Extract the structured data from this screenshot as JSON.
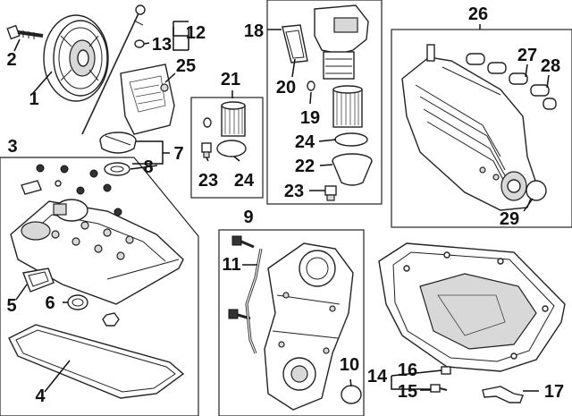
{
  "diagram": {
    "callouts": {
      "c1": "1",
      "c2": "2",
      "c3": "3",
      "c4": "4",
      "c5": "5",
      "c6": "6",
      "c7": "7",
      "c8": "8",
      "c9": "9",
      "c10": "10",
      "c11": "11",
      "c12": "12",
      "c13": "13",
      "c14": "14",
      "c15": "15",
      "c16": "16",
      "c17": "17",
      "c18": "18",
      "c19": "19",
      "c20": "20",
      "c21": "21",
      "c22": "22",
      "c23a": "23",
      "c23b": "23",
      "c24a": "24",
      "c24b": "24",
      "c25": "25",
      "c26": "26",
      "c27": "27",
      "c28": "28",
      "c29": "29"
    },
    "colors": {
      "line": "#222222",
      "fill": "#ffffff",
      "shade": "#d8d8d8"
    }
  }
}
